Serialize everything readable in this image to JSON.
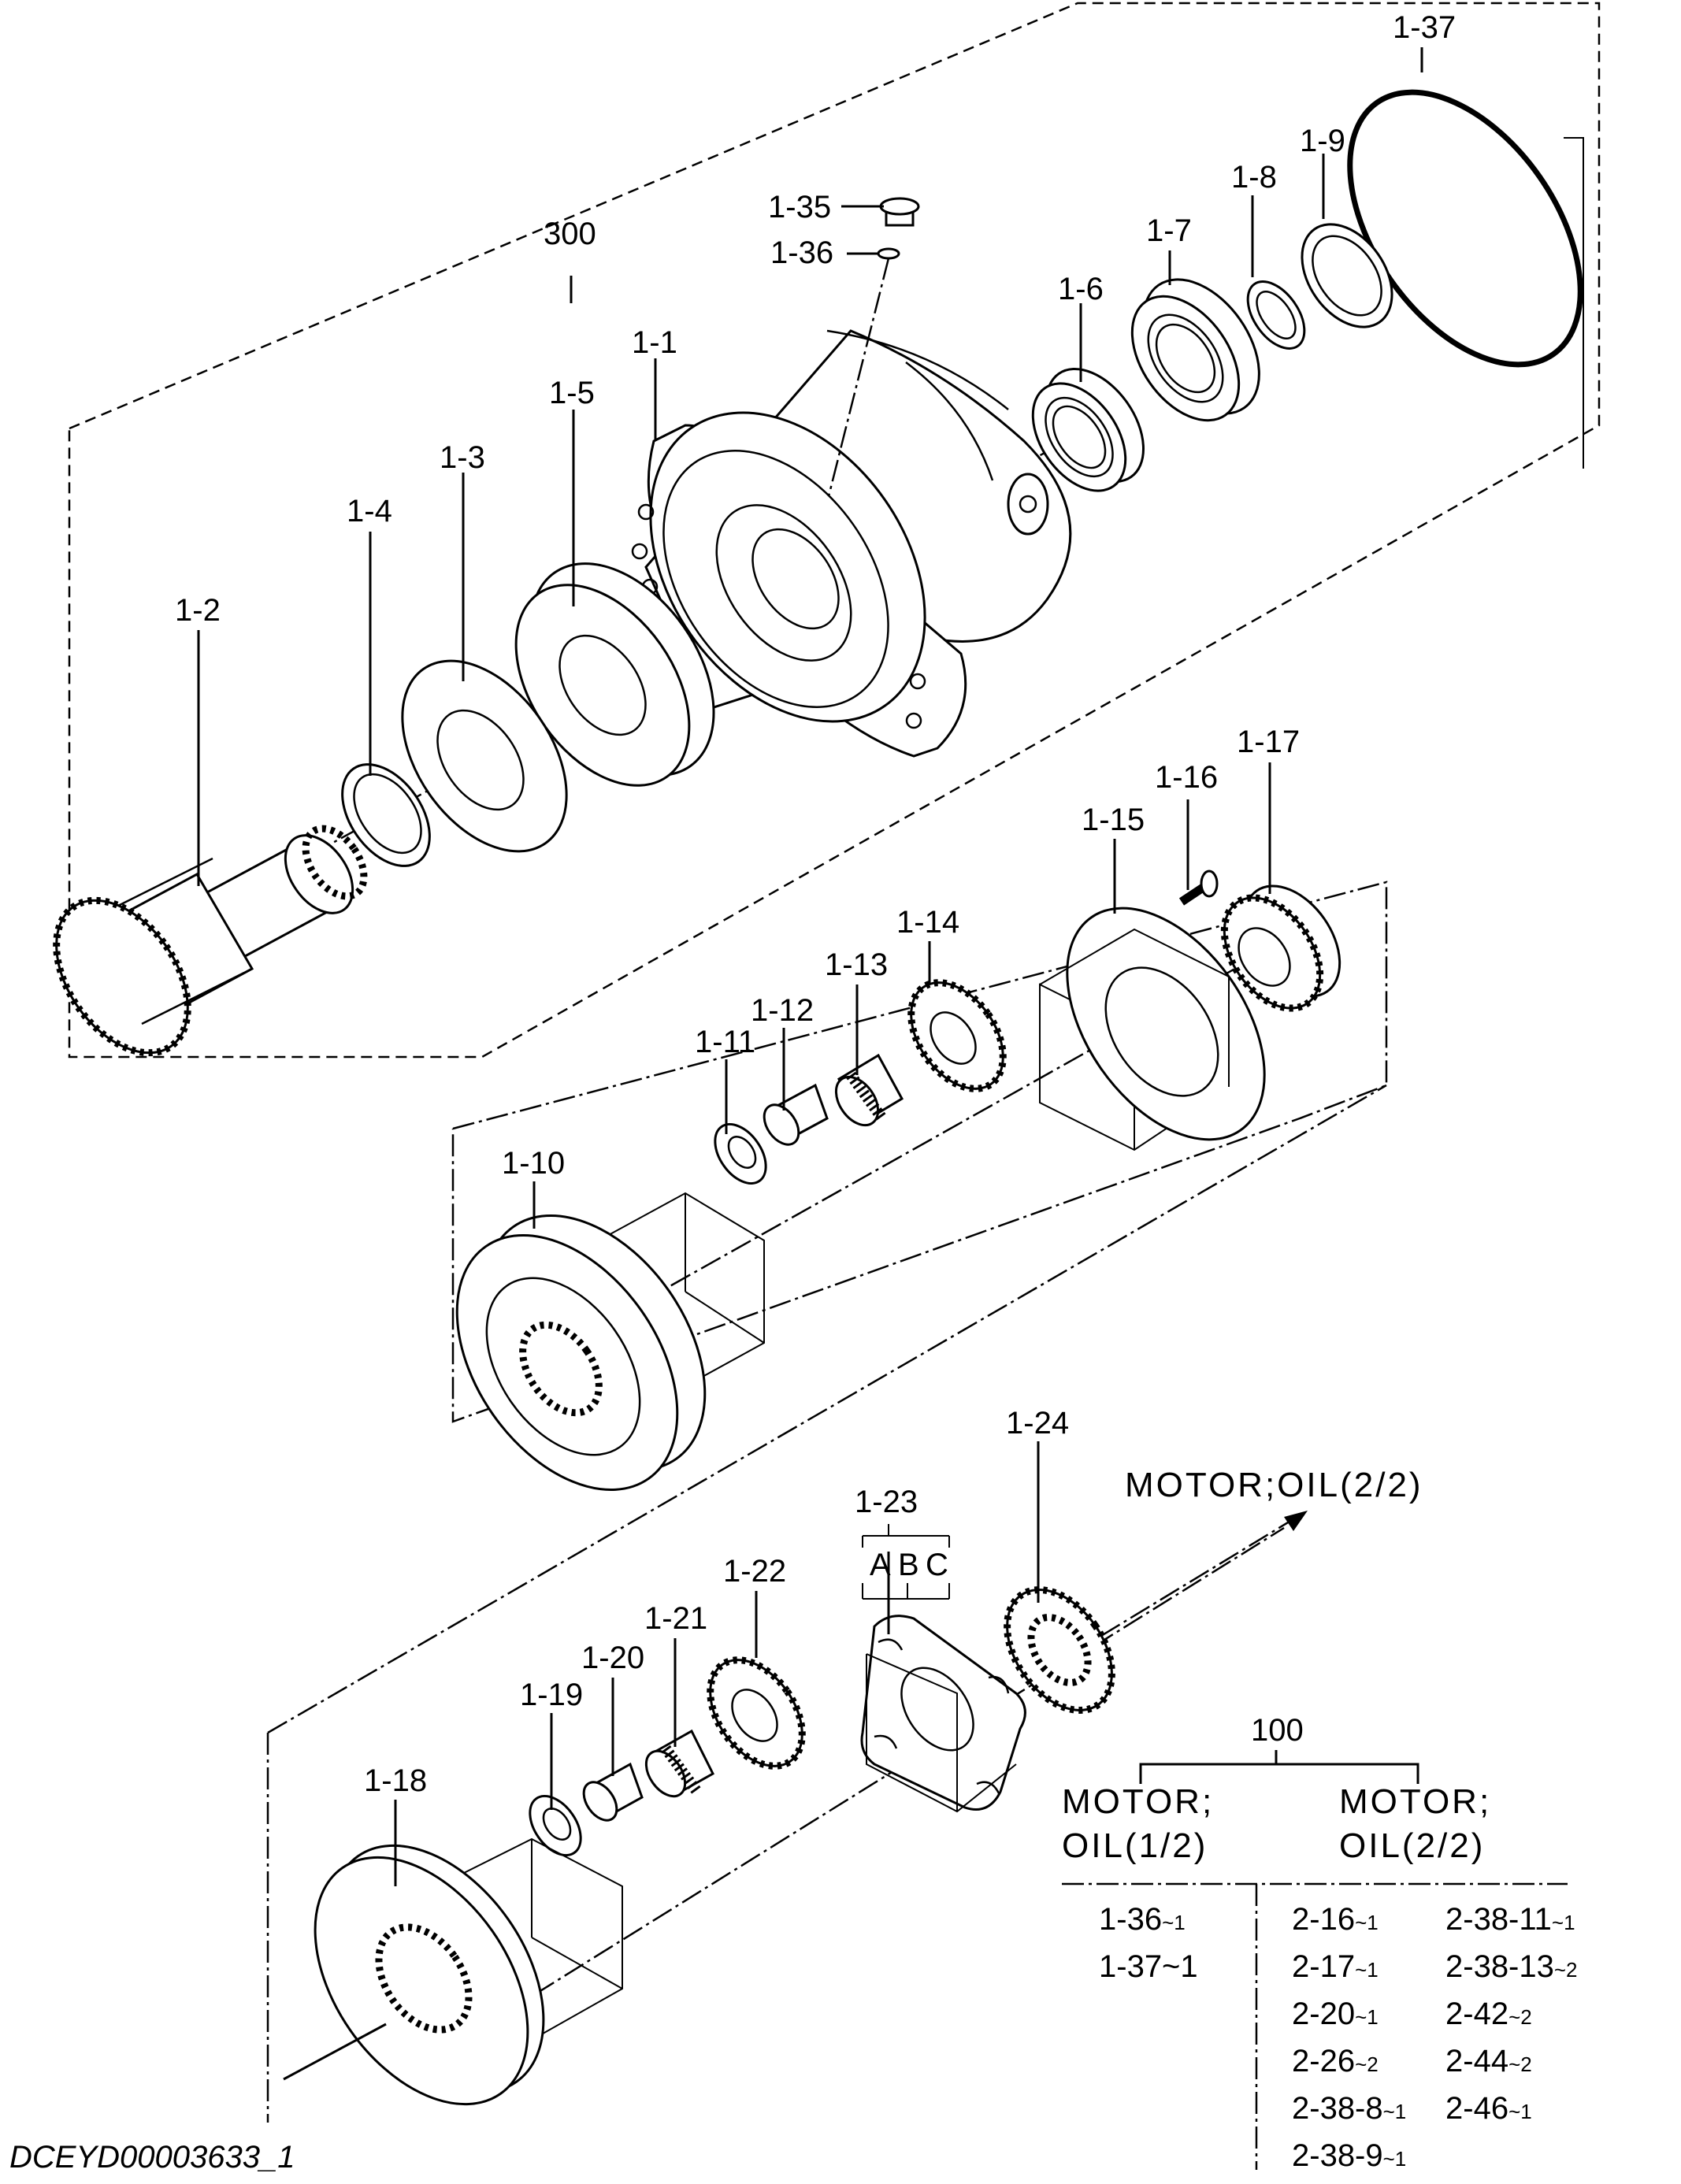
{
  "labels": {
    "p1_37": "1-37",
    "p1_9": "1-9",
    "p1_8": "1-8",
    "p1_7": "1-7",
    "p1_6": "1-6",
    "p1_35": "1-35",
    "p1_36": "1-36",
    "p300": "300",
    "p1_1": "1-1",
    "p1_5": "1-5",
    "p1_3": "1-3",
    "p1_4": "1-4",
    "p1_2": "1-2",
    "p1_17": "1-17",
    "p1_16": "1-16",
    "p1_15": "1-15",
    "p1_14": "1-14",
    "p1_13": "1-13",
    "p1_12": "1-12",
    "p1_11": "1-11",
    "p1_10": "1-10",
    "p1_24": "1-24",
    "p1_23": "1-23",
    "p1_22": "1-22",
    "p1_21": "1-21",
    "p1_20": "1-20",
    "p1_19": "1-19",
    "p1_18": "1-18",
    "abc_a": "A",
    "abc_b": "B",
    "abc_c": "C"
  },
  "continuation": "MOTOR;OIL(2/2)",
  "legend": {
    "assembly": "100",
    "left_title_1": "MOTOR;",
    "left_title_2": "OIL(1/2)",
    "right_title_1": "MOTOR;",
    "right_title_2": "OIL(2/2)",
    "left_items": [
      {
        "part": "1-36",
        "qty": "~1"
      },
      {
        "part": "1-37~1",
        "qty": ""
      }
    ],
    "right_col1": [
      {
        "part": "2-16",
        "qty": "~1"
      },
      {
        "part": "2-17",
        "qty": "~1"
      },
      {
        "part": "2-20",
        "qty": "~1"
      },
      {
        "part": "2-26",
        "qty": "~2"
      },
      {
        "part": "2-38-8",
        "qty": "~1"
      },
      {
        "part": "2-38-9",
        "qty": "~1"
      }
    ],
    "right_col2": [
      {
        "part": "2-38-11",
        "qty": "~1"
      },
      {
        "part": "2-38-13",
        "qty": "~2"
      },
      {
        "part": "2-42",
        "qty": "~2"
      },
      {
        "part": "2-44",
        "qty": "~2"
      },
      {
        "part": "2-46",
        "qty": "~1"
      }
    ]
  },
  "image_code": "DCEYD00003633_1"
}
